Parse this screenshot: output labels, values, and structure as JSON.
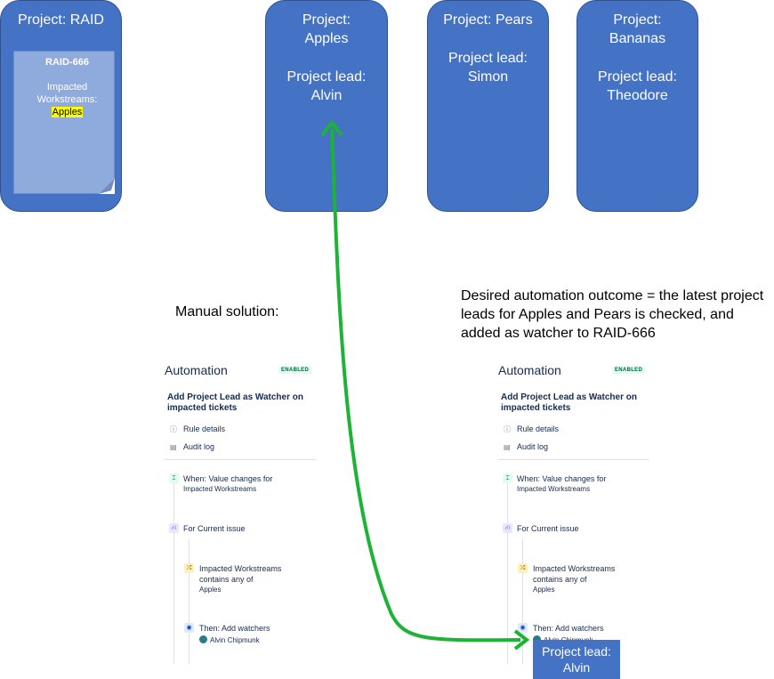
{
  "projects": {
    "raid": {
      "title": "Project: RAID"
    },
    "apples": {
      "title": "Project:\nApples",
      "lead": "Project lead:\nAlvin"
    },
    "pears": {
      "title": "Project: Pears",
      "lead": "Project lead:\nSimon"
    },
    "bananas": {
      "title": "Project:\nBananas",
      "lead": "Project lead:\nTheodore"
    }
  },
  "raid_ticket": {
    "id": "RAID-666",
    "field_label": "Impacted\nWorkstreams:",
    "field_value": "Apples",
    "highlight_color": "#ffff00"
  },
  "captions": {
    "manual": "Manual solution:",
    "desired": "Desired automation outcome = the latest project leads for Apples and Pears is checked, and added as watcher to RAID-666"
  },
  "automation": {
    "title": "Automation",
    "status": "ENABLED",
    "rule_name": "Add Project Lead as Watcher on impacted tickets",
    "menu": [
      {
        "icon": "info-icon",
        "label": "Rule details"
      },
      {
        "icon": "log-icon",
        "label": "Audit log"
      }
    ],
    "trigger": {
      "icon": "trigger-icon",
      "title": "When: Value changes for",
      "sub": "Impacted Workstreams"
    },
    "branch": {
      "icon": "branch-icon",
      "title": "For Current issue"
    },
    "condition": {
      "icon": "condition-icon",
      "title": "Impacted Workstreams\ncontains any of",
      "sub": "Apples"
    },
    "action": {
      "icon": "watch-icon",
      "title": "Then: Add watchers",
      "watcher": "Alvin Chipmunk"
    }
  },
  "outcome_box": {
    "text": "Project lead:\nAlvin"
  },
  "colors": {
    "project_fill": "#4472c4",
    "arrow": "#1db335"
  }
}
